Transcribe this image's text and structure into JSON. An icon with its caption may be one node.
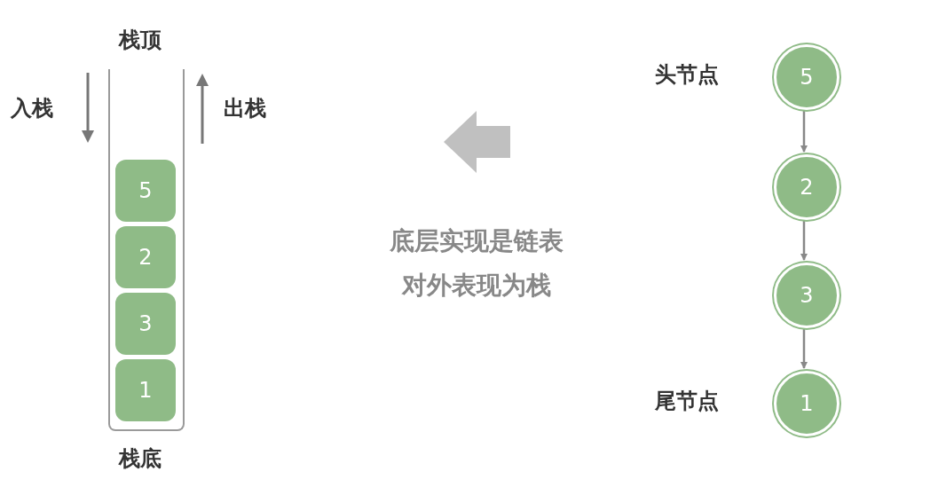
{
  "diagram": {
    "nodes": [
      {
        "text": [
          "栈顶"
        ],
        "beside": [
          "栈底"
        ]
      },
      {
        "text": [
          "5"
        ],
        "in": 0
      },
      {
        "text": [
          "2"
        ],
        "in": 0
      },
      {
        "text": [
          "3"
        ],
        "in": 0
      },
      {
        "text": [
          "1"
        ],
        "in": 0
      },
      {
        "text": [
          "5"
        ],
        "beside": [
          "头节点"
        ]
      },
      {
        "text": [
          "2"
        ]
      },
      {
        "text": [
          "3"
        ]
      },
      {
        "text": [
          "1"
        ],
        "beside": [
          "尾节点"
        ]
      }
    ],
    "edges": [
      {
        "from": 5,
        "to": 6,
        "arrow": "to"
      },
      {
        "from": 6,
        "to": 7,
        "arrow": "to"
      },
      {
        "from": 7,
        "to": 8,
        "arrow": "to"
      }
    ],
    "labels": [
      "入栈",
      "出栈",
      "底层实现是链表对外表现为栈"
    ]
  }
}
